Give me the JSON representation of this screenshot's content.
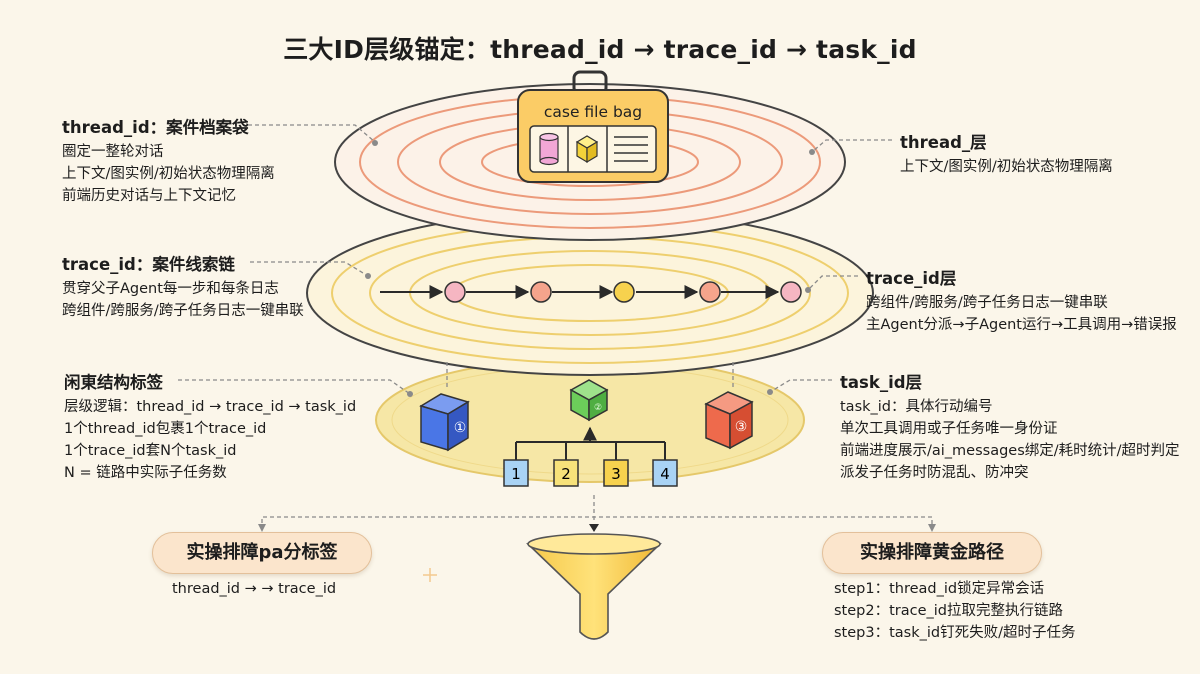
{
  "title": "三大ID层级锚定：thread_id → trace_id → task_id",
  "colors": {
    "background": "#fbf6ea",
    "thread_ring": "#ec9a7a",
    "trace_ring": "#eecf6e",
    "task_layer": "#f6e7a6",
    "node_pink": "#f6b6c2",
    "node_salmon": "#f5a48c",
    "node_yellow": "#f7d24e",
    "cube_blue": "#4a76e6",
    "cube_green": "#6ccd5a",
    "cube_red": "#ee6a4c",
    "pill_fill": "#fbe5cc"
  },
  "thread_left": {
    "heading": "thread_id：案件档案袋",
    "lines": [
      "圈定一整轮对话",
      "上下文/图实例/初始状态物理隔离",
      "前端历史对话与上下文记忆"
    ]
  },
  "thread_right": {
    "heading": "thread_层",
    "lines": [
      "上下文/图实例/初始状态物理隔离"
    ]
  },
  "bag": {
    "label": "case file bag"
  },
  "trace_left": {
    "heading": "trace_id：案件线索链",
    "lines": [
      "贯穿父子Agent每一步和每条日志",
      "跨组件/跨服务/跨子任务日志一键串联"
    ]
  },
  "trace_right": {
    "heading": "trace_id层",
    "lines": [
      "跨组件/跨服务/跨子任务日志一键串联",
      "主Agent分派→子Agent运行→工具调用→错误报"
    ]
  },
  "task_left": {
    "heading": "闲東结构标签",
    "lines": [
      "层级逻辑：thread_id → trace_id → task_id",
      "1个thread_id包裹1个trace_id",
      "1个trace_id套N个task_id",
      "N = 链路中实际子任务数"
    ]
  },
  "task_right": {
    "heading": "task_id层",
    "lines": [
      "task_id：具体行动编号",
      "单次工具调用或子任务唯一身份证",
      "前端进度展示/ai_messages绑定/耗时统计/超时判定",
      "派发子任务时防混乱、防冲突"
    ]
  },
  "cubes": [
    "①",
    "②",
    "③"
  ],
  "task_boxes": [
    "1",
    "2",
    "3",
    "4"
  ],
  "pill_left": {
    "label": "实操排障pa分标签",
    "line": "thread_id  →  → trace_id"
  },
  "pill_right": {
    "label": "实操排障黄金路径",
    "lines": [
      "step1：thread_id锁定异常会话",
      "step2：trace_id拉取完整执行链路",
      "step3：task_id钉死失败/超时子任务"
    ]
  }
}
